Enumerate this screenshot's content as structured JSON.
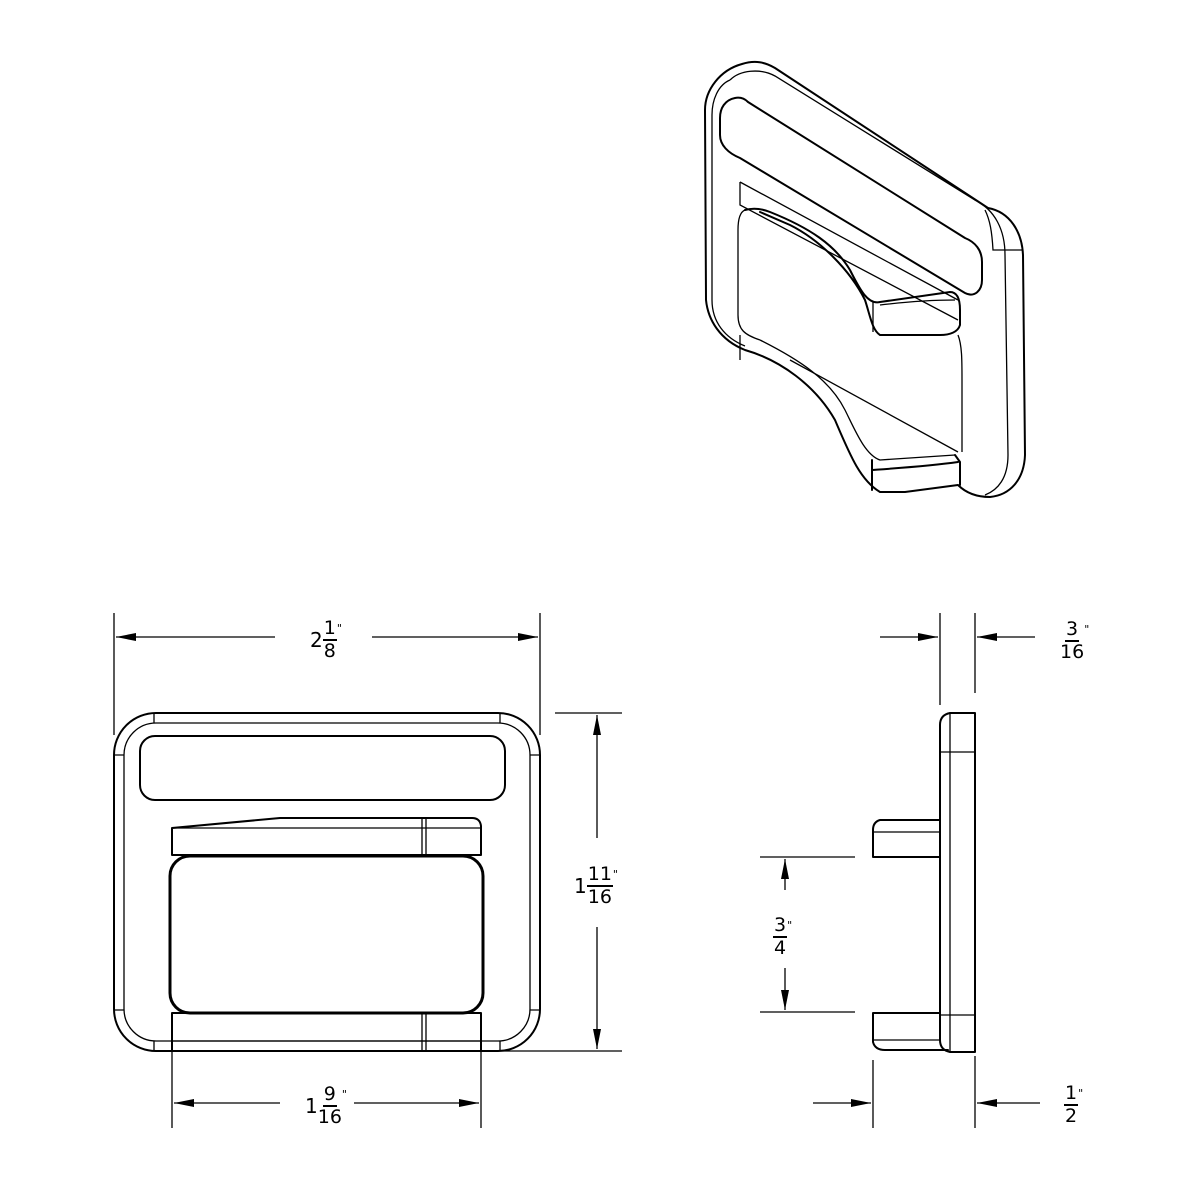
{
  "dimensions": {
    "overall_width": {
      "whole": "2",
      "numerator": "1",
      "denominator": "8",
      "unit": "\""
    },
    "overall_height": {
      "whole": "1",
      "numerator": "11",
      "denominator": "16",
      "unit": "\""
    },
    "opening_width": {
      "whole": "1",
      "numerator": "9",
      "denominator": "16",
      "unit": "\""
    },
    "plate_thickness": {
      "whole": "",
      "numerator": "3",
      "denominator": "16",
      "unit": "\""
    },
    "prong_gap": {
      "whole": "",
      "numerator": "3",
      "denominator": "4",
      "unit": "\""
    },
    "overall_depth": {
      "whole": "",
      "numerator": "1",
      "denominator": "2",
      "unit": "\""
    }
  },
  "colors": {
    "line": "#000000",
    "background": "#ffffff"
  }
}
